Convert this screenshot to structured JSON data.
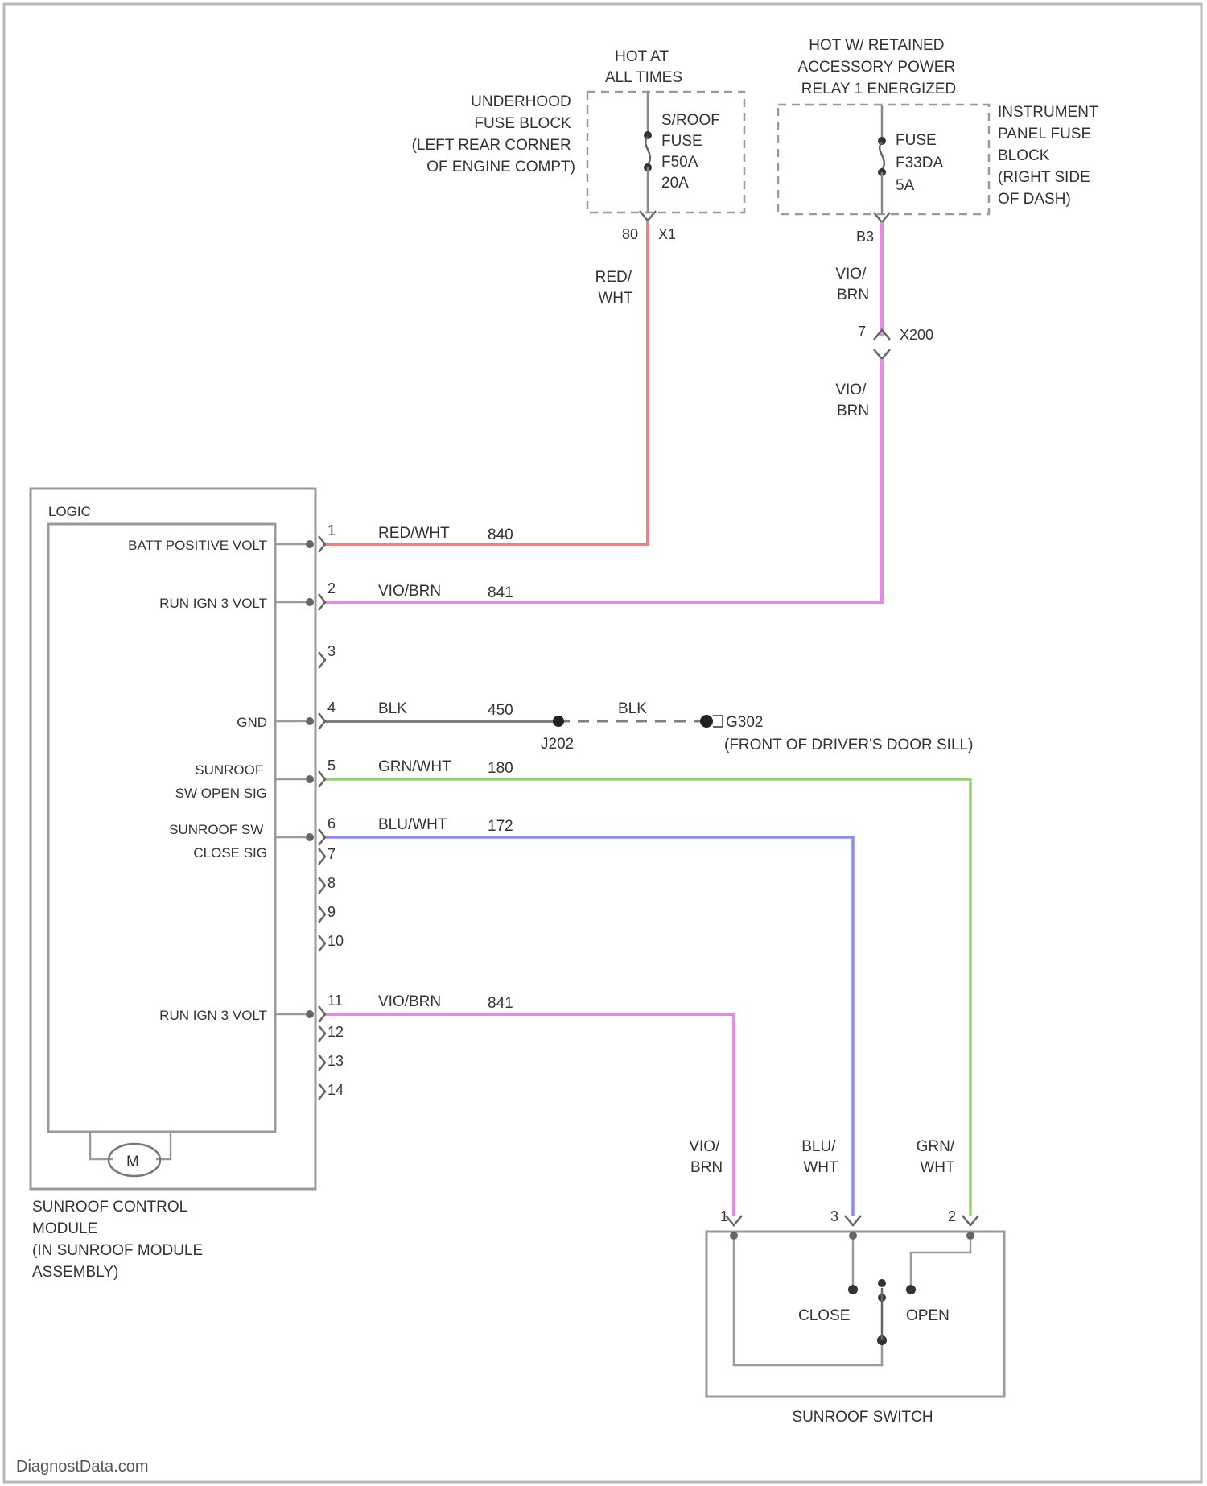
{
  "diagram": {
    "top_fuse1": {
      "hot_label": [
        "HOT AT",
        "ALL TIMES"
      ],
      "block_label": [
        "UNDERHOOD",
        "FUSE BLOCK",
        "(LEFT REAR CORNER",
        "OF ENGINE COMPT)"
      ],
      "fuse_label": [
        "S/ROOF",
        "FUSE",
        "F50A",
        "20A"
      ],
      "connector": "X1",
      "pin": "80"
    },
    "top_fuse2": {
      "hot_label": [
        "HOT W/ RETAINED",
        "ACCESSORY POWER",
        "RELAY 1 ENERGIZED"
      ],
      "block_label": [
        "INSTRUMENT",
        "PANEL FUSE",
        "BLOCK",
        "(RIGHT SIDE",
        "OF DASH)"
      ],
      "fuse_label": [
        "FUSE",
        "F33DA",
        "5A"
      ],
      "pin": "B3",
      "inline_pin": "7",
      "inline_connector": "X200"
    },
    "wire_labels": {
      "red_wht_vert": [
        "RED/",
        "WHT"
      ],
      "vio_brn_vert1": [
        "VIO/",
        "BRN"
      ],
      "vio_brn_vert2": [
        "VIO/",
        "BRN"
      ],
      "vio_brn_switch": [
        "VIO/",
        "BRN"
      ],
      "blu_wht_switch": [
        "BLU/",
        "WHT"
      ],
      "grn_wht_switch": [
        "GRN/",
        "WHT"
      ]
    },
    "module": {
      "section_label": "LOGIC",
      "name": [
        "SUNROOF CONTROL",
        "MODULE",
        "(IN SUNROOF MODULE",
        "ASSEMBLY)"
      ],
      "motor_symbol": "M",
      "pins": [
        {
          "num": "1",
          "func": [
            "BATT POSITIVE VOLT"
          ],
          "wire": "RED/WHT",
          "circuit": "840"
        },
        {
          "num": "2",
          "func": [
            "RUN IGN 3 VOLT"
          ],
          "wire": "VIO/BRN",
          "circuit": "841"
        },
        {
          "num": "3"
        },
        {
          "num": "4",
          "func": [
            "GND"
          ],
          "wire": "BLK",
          "circuit": "450"
        },
        {
          "num": "5",
          "func": [
            "SUNROOF",
            "SW OPEN SIG"
          ],
          "wire": "GRN/WHT",
          "circuit": "180"
        },
        {
          "num": "6",
          "func": [
            "SUNROOF SW",
            "CLOSE SIG"
          ],
          "wire": "BLU/WHT",
          "circuit": "172"
        },
        {
          "num": "7"
        },
        {
          "num": "8"
        },
        {
          "num": "9"
        },
        {
          "num": "10"
        },
        {
          "num": "11",
          "func": [
            "RUN IGN 3 VOLT"
          ],
          "wire": "VIO/BRN",
          "circuit": "841"
        },
        {
          "num": "12"
        },
        {
          "num": "13"
        },
        {
          "num": "14"
        }
      ]
    },
    "ground": {
      "splice": "J202",
      "wire_after_splice": "BLK",
      "ground_id": "G302",
      "ground_location": "(FRONT OF DRIVER'S DOOR SILL)"
    },
    "switch": {
      "name": "SUNROOF SWITCH",
      "pins": [
        "1",
        "3",
        "2"
      ],
      "close_label": "CLOSE",
      "open_label": "OPEN"
    },
    "watermark": "DiagnostData.com"
  },
  "colors": {
    "red_wht": "#f08080",
    "vio_brn": "#e58ae5",
    "blk": "#808080",
    "grn_wht": "#98d07a",
    "blu_wht": "#8a8cf0",
    "outline": "#9a9a9a"
  }
}
